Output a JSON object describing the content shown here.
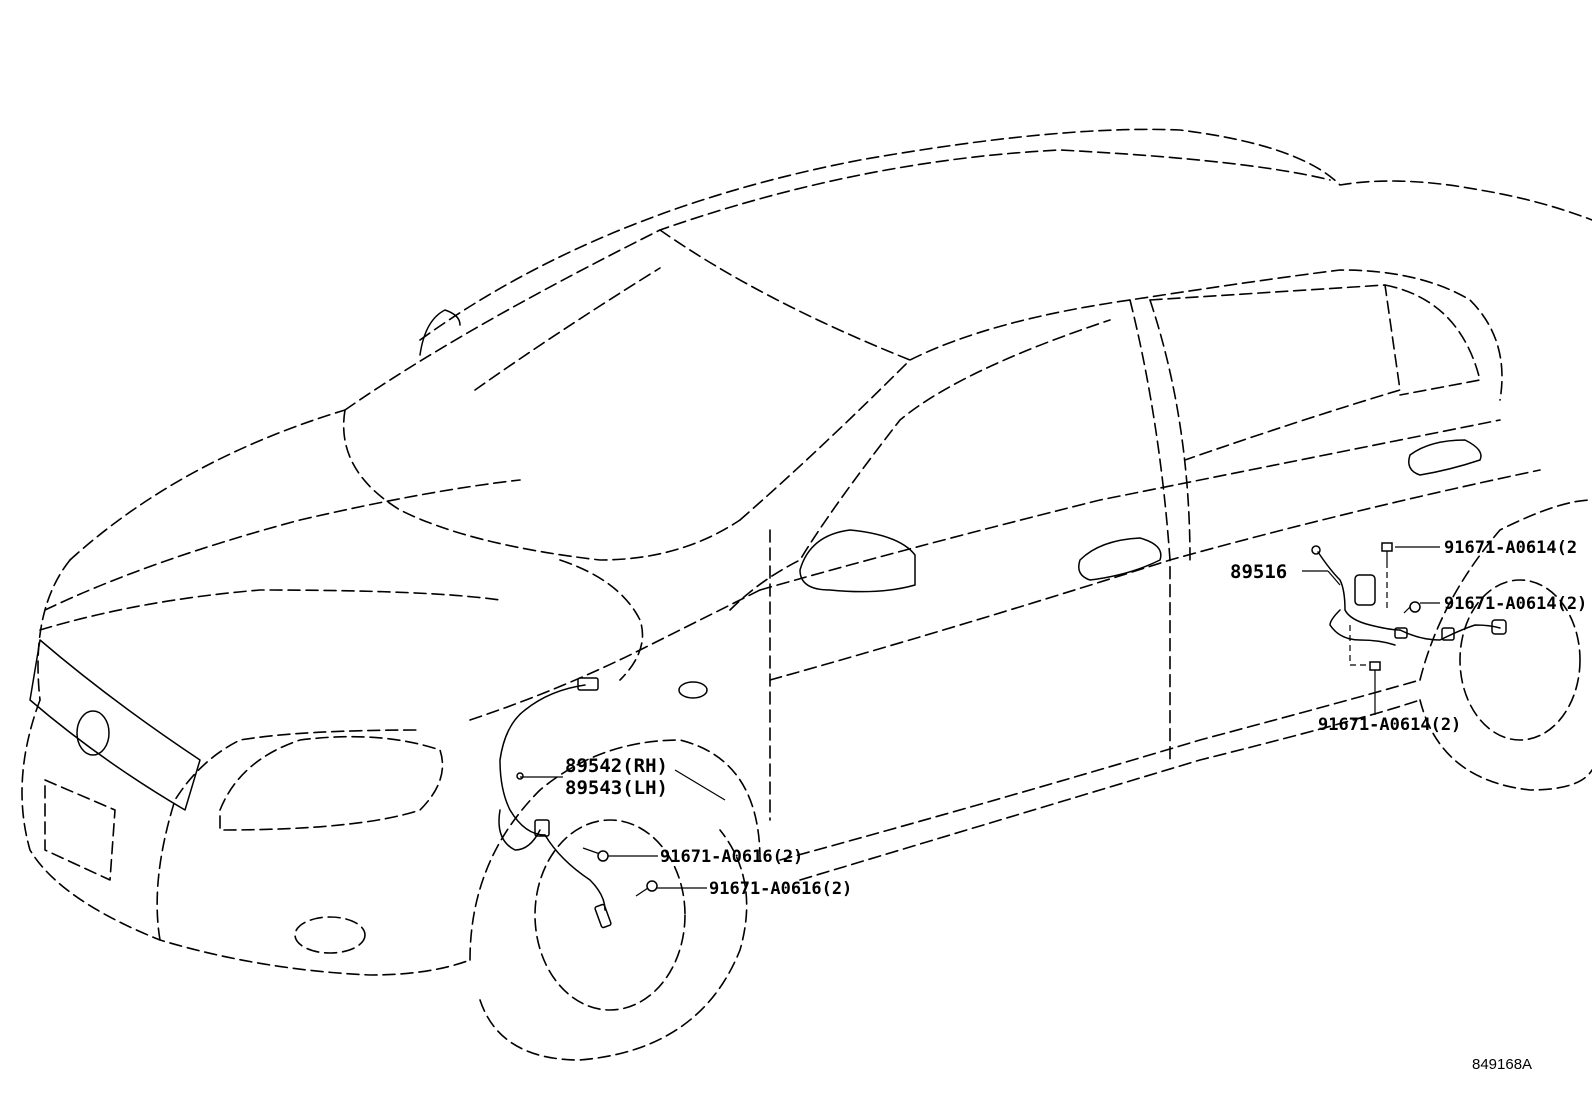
{
  "callouts": {
    "front_sensor_rh": "89542(RH)",
    "front_sensor_lh": "89543(LH)",
    "front_bolt_upper": "91671-A0616(2)",
    "front_bolt_lower": "91671-A0616(2)",
    "rear_sensor": "89516",
    "rear_bolt_top": "91671-A0614(2",
    "rear_bolt_mid": "91671-A0614(2)",
    "rear_bolt_bottom": "91671-A0614(2)"
  },
  "diagram_ref": "849168A"
}
